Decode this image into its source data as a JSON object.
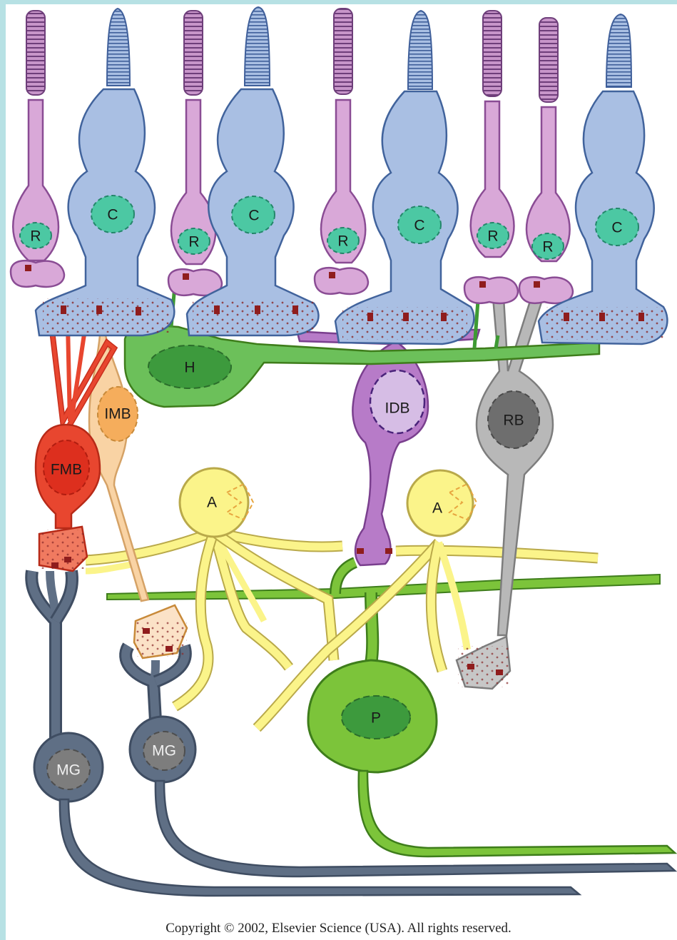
{
  "labels": {
    "rod": "R",
    "cone": "C",
    "horizontal": "H",
    "imb": "IMB",
    "fmb": "FMB",
    "idb": "IDB",
    "rb": "RB",
    "amacrine": "A",
    "parasol": "P",
    "midget_ganglion": "MG"
  },
  "copyright": "Copyright © 2002, Elsevier Science (USA). All rights reserved.",
  "colors": {
    "background": "#b7e1e4",
    "rod": "#d9a8d8",
    "cone": "#a9bfe3",
    "horizontal": "#6cc05a",
    "fmb": "#e8462f",
    "imb": "#f9d3a4",
    "idb": "#b77bc8",
    "rb": "#b8b8b8",
    "amacrine": "#fbf48a",
    "parasol": "#7cc43a",
    "midget_ganglion": "#5f6f85"
  }
}
